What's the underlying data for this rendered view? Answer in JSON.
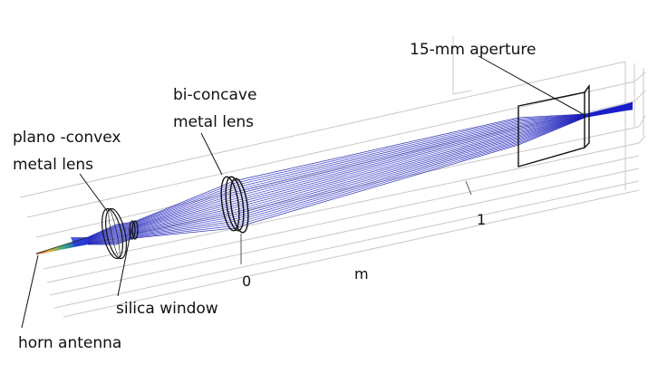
{
  "labels": {
    "aperture": "15-mm aperture",
    "biconcave_line1": "bi-concave",
    "biconcave_line2": "metal lens",
    "planoconvex_line1": "plano -convex",
    "planoconvex_line2": "metal lens",
    "silica_window": "silica window",
    "horn_antenna": "horn antenna"
  },
  "axis": {
    "tick_0": "0",
    "tick_1": "1",
    "unit": "m"
  },
  "colors": {
    "beam": "#1a1fc8",
    "beam_dense": "#0a0f9a",
    "grid": "#c8c8c8",
    "outline": "#000000"
  }
}
